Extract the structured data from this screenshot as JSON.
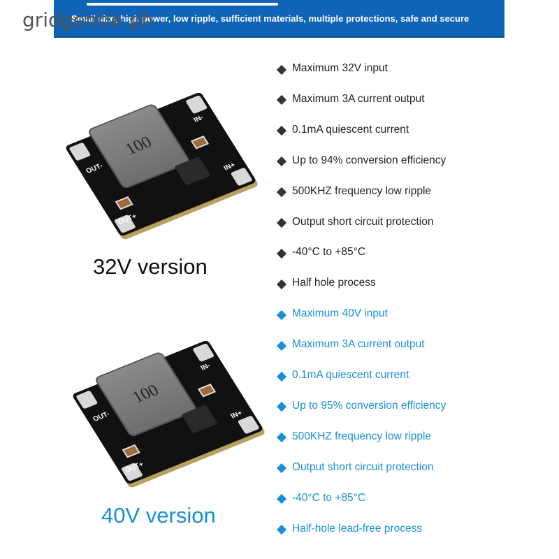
{
  "banner": {
    "tagline": "Small size, high power, low ripple, sufficient materials, multiple protections, safe and secure"
  },
  "watermark": "gridgentie.ph",
  "boards": [
    {
      "inductor_marking": "100",
      "labels": [
        "OUT-",
        "OUT+",
        "IN-",
        "IN+"
      ]
    },
    {
      "inductor_marking": "100",
      "labels": [
        "OUT-",
        "OUT+",
        "IN-",
        "IN+"
      ]
    }
  ],
  "versions": [
    {
      "title": "32V version",
      "color": "#111111",
      "features": [
        "Maximum 32V input",
        "Maximum 3A current output",
        "0.1mA quiescent current",
        "Up to 94% conversion efficiency",
        "500KHZ frequency low ripple",
        "Output short circuit protection",
        "-40°C to +85°C",
        "Half hole process"
      ]
    },
    {
      "title": "40V version",
      "color": "#1a8fd6",
      "features": [
        "Maximum 40V input",
        "Maximum 3A current output",
        "0.1mA quiescent current",
        "Up to 95% conversion efficiency",
        "500KHZ frequency low ripple",
        "Output short circuit protection",
        "-40°C to +85°C",
        "Half-hole lead-free process"
      ]
    }
  ]
}
